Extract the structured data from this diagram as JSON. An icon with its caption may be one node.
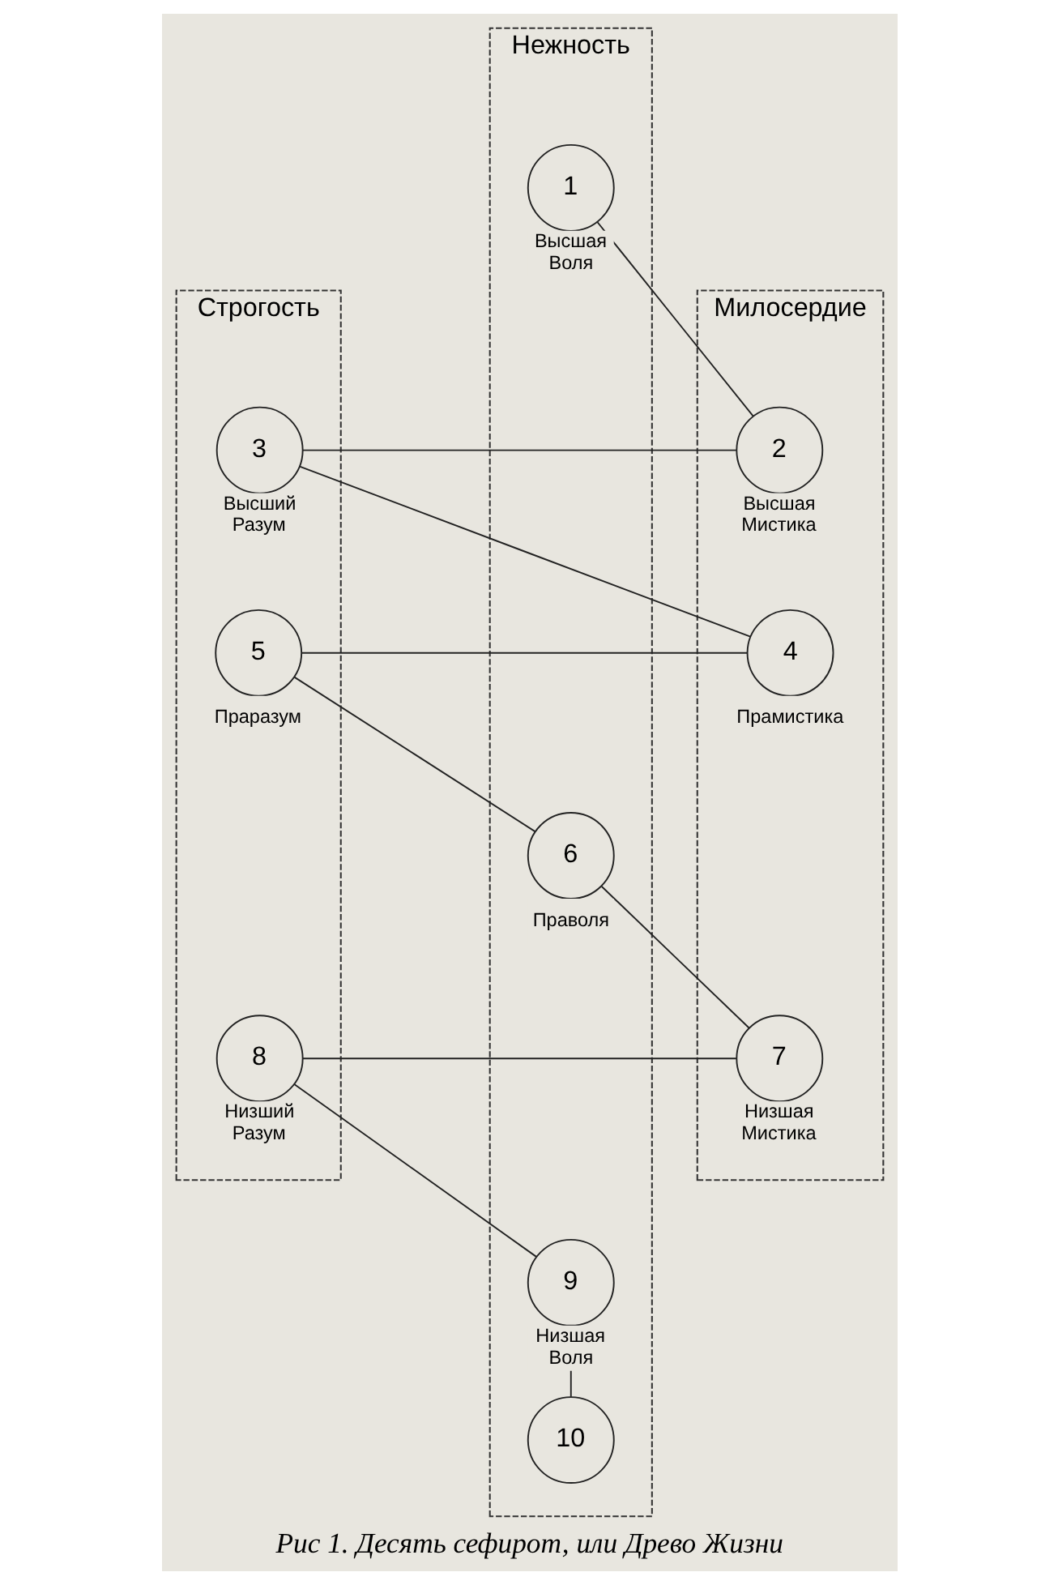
{
  "diagram": {
    "caption": "Рис 1. Десять сефирот, или Древо Жизни",
    "nodes": [
      {
        "text": [
          "Строгость"
        ]
      },
      {
        "text": [
          "Нежность"
        ]
      },
      {
        "text": [
          "Милосердие"
        ]
      },
      {
        "text": [
          "1"
        ],
        "in": 1,
        "beside": [
          "Высшая Воля"
        ]
      },
      {
        "text": [
          "2"
        ],
        "in": 2,
        "beside": [
          "Высшая Мистика"
        ]
      },
      {
        "text": [
          "3"
        ],
        "in": 0,
        "beside": [
          "Высший Разум"
        ]
      },
      {
        "text": [
          "4"
        ],
        "in": 2,
        "beside": [
          "Прамистика"
        ]
      },
      {
        "text": [
          "5"
        ],
        "in": 0,
        "beside": [
          "Праразум"
        ]
      },
      {
        "text": [
          "6"
        ],
        "in": 1,
        "beside": [
          "Праволя"
        ]
      },
      {
        "text": [
          "7"
        ],
        "in": 2,
        "beside": [
          "Низшая Мистика"
        ]
      },
      {
        "text": [
          "8"
        ],
        "in": 0,
        "beside": [
          "Низший Разум"
        ]
      },
      {
        "text": [
          "9"
        ],
        "in": 1,
        "beside": [
          "Низшая Воля"
        ]
      },
      {
        "text": [
          "10"
        ],
        "in": 1
      }
    ],
    "edges": [
      {
        "from": 3,
        "to": 4,
        "arrow": "none"
      },
      {
        "from": 5,
        "to": 4,
        "arrow": "none"
      },
      {
        "from": 5,
        "to": 6,
        "arrow": "none"
      },
      {
        "from": 7,
        "to": 6,
        "arrow": "none"
      },
      {
        "from": 7,
        "to": 8,
        "arrow": "none"
      },
      {
        "from": 8,
        "to": 9,
        "arrow": "none"
      },
      {
        "from": 10,
        "to": 9,
        "arrow": "none"
      },
      {
        "from": 10,
        "to": 11,
        "arrow": "none"
      },
      {
        "from": 11,
        "to": 12,
        "arrow": "none"
      }
    ]
  }
}
